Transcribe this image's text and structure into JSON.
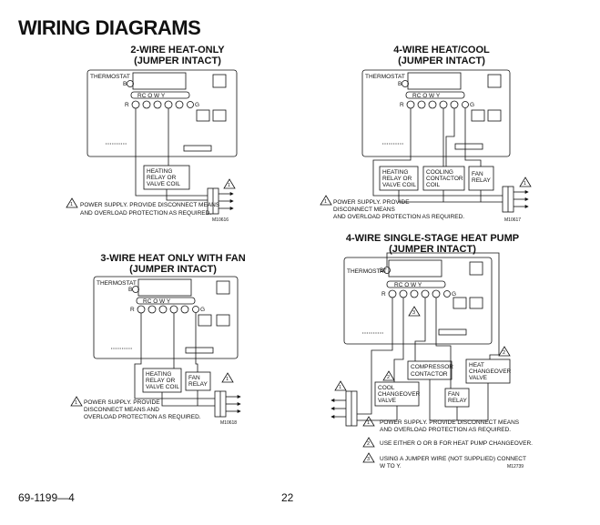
{
  "page_title": "WIRING DIAGRAMS",
  "diagrams": {
    "two_wire": {
      "title_line1": "2-WIRE HEAT-ONLY",
      "title_line2": "(JUMPER INTACT)",
      "thermostat": "THERMOSTAT",
      "term_b": "B",
      "term_r": "R",
      "term_g": "G",
      "term_row": "RC  O  W  Y",
      "load1": [
        "HEATING",
        "RELAY OR",
        "VALVE COIL"
      ],
      "note_num": "1",
      "note_lines": [
        "POWER SUPPLY. PROVIDE DISCONNECT MEANS",
        "AND OVERLOAD PROTECTION AS REQUIRED."
      ],
      "code": "M10616"
    },
    "four_wire": {
      "title_line1": "4-WIRE HEAT/COOL",
      "title_line2": "(JUMPER INTACT)",
      "thermostat": "THERMOSTAT",
      "term_b": "B",
      "term_r": "R",
      "term_g": "G",
      "term_row": "RC  O  W  Y",
      "load1": [
        "HEATING",
        "RELAY OR",
        "VALVE COIL"
      ],
      "load2": [
        "COOLING",
        "CONTACTOR",
        "COIL"
      ],
      "load3": [
        "FAN",
        "RELAY"
      ],
      "note_num": "1",
      "note_lines": [
        "POWER SUPPLY.  PROVIDE",
        "DISCONNECT MEANS",
        "AND OVERLOAD PROTECTION AS REQUIRED."
      ],
      "code": "M10617"
    },
    "three_wire": {
      "title_line1": "3-WIRE HEAT ONLY WITH FAN",
      "title_line2": "(JUMPER INTACT)",
      "thermostat": "THERMOSTAT",
      "term_b": "B",
      "term_r": "R",
      "term_g": "G",
      "term_row": "RC  O  W  Y",
      "load1": [
        "HEATING",
        "RELAY OR",
        "VALVE COIL"
      ],
      "load2": [
        "FAN",
        "RELAY"
      ],
      "note_num": "1",
      "note_lines": [
        "POWER SUPPLY.  PROVIDE",
        "DISCONNECT MEANS AND",
        "OVERLOAD PROTECTION AS REQUIRED."
      ],
      "code": "M10618"
    },
    "heat_pump": {
      "title_line1": "4-WIRE SINGLE-STAGE HEAT PUMP",
      "title_line2": "(JUMPER INTACT)",
      "thermostat": "THERMOSTAT",
      "term_b": "B",
      "term_r": "R",
      "term_g": "G",
      "term_row": "RC  O  W  Y",
      "load_compressor": [
        "COMPRESSOR",
        "CONTACTOR"
      ],
      "load_heat": [
        "HEAT",
        "CHANGEOVER",
        "VALVE"
      ],
      "load_cool": [
        "COOL",
        "CHANGEOVER",
        "VALVE"
      ],
      "load_fan": [
        "FAN",
        "RELAY"
      ],
      "notes": [
        {
          "num": "1",
          "lines": [
            "POWER SUPPLY.  PROVIDE DISCONNECT MEANS",
            "AND OVERLOAD PROTECTION AS REQUIRED."
          ]
        },
        {
          "num": "2",
          "lines": [
            "USE EITHER O OR B FOR HEAT PUMP CHANGEOVER."
          ]
        },
        {
          "num": "3",
          "lines": [
            "USING A JUMPER WIRE (NOT SUPPLIED) CONNECT",
            "W TO Y."
          ]
        }
      ],
      "code": "M12739"
    }
  },
  "footer": {
    "doc_number": "69-1199—4",
    "page_number": "22"
  }
}
